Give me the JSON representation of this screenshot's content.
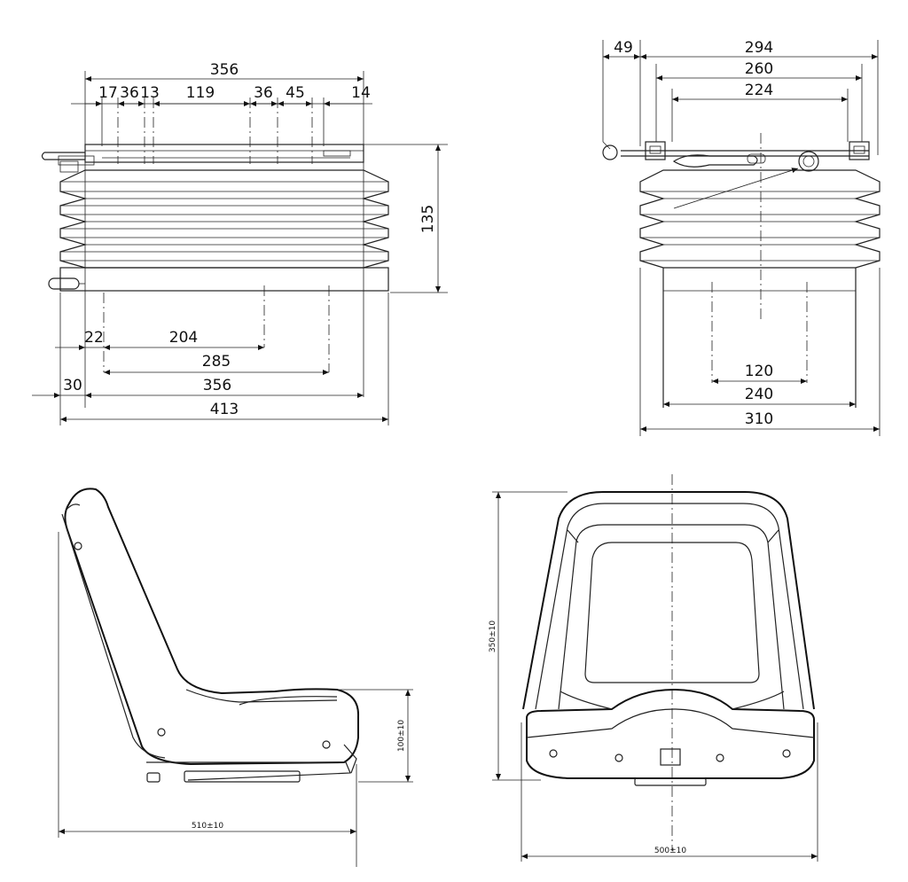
{
  "views": {
    "front_mount": {
      "top_dims": [
        "356",
        "17",
        "36",
        "13",
        "119",
        "36",
        "45",
        "14"
      ],
      "height_dim": "135",
      "bottom_dims": [
        "22",
        "204",
        "285",
        "30",
        "356",
        "413"
      ]
    },
    "side_mount": {
      "top_dims": [
        "49",
        "294",
        "260",
        "224"
      ],
      "bottom_dims": [
        "120",
        "240",
        "310"
      ]
    },
    "seat_side": {
      "height_dim": "100±10",
      "width_dim": "510±10"
    },
    "seat_front": {
      "height_dim": "350±10",
      "width_dim": "500±10"
    }
  }
}
